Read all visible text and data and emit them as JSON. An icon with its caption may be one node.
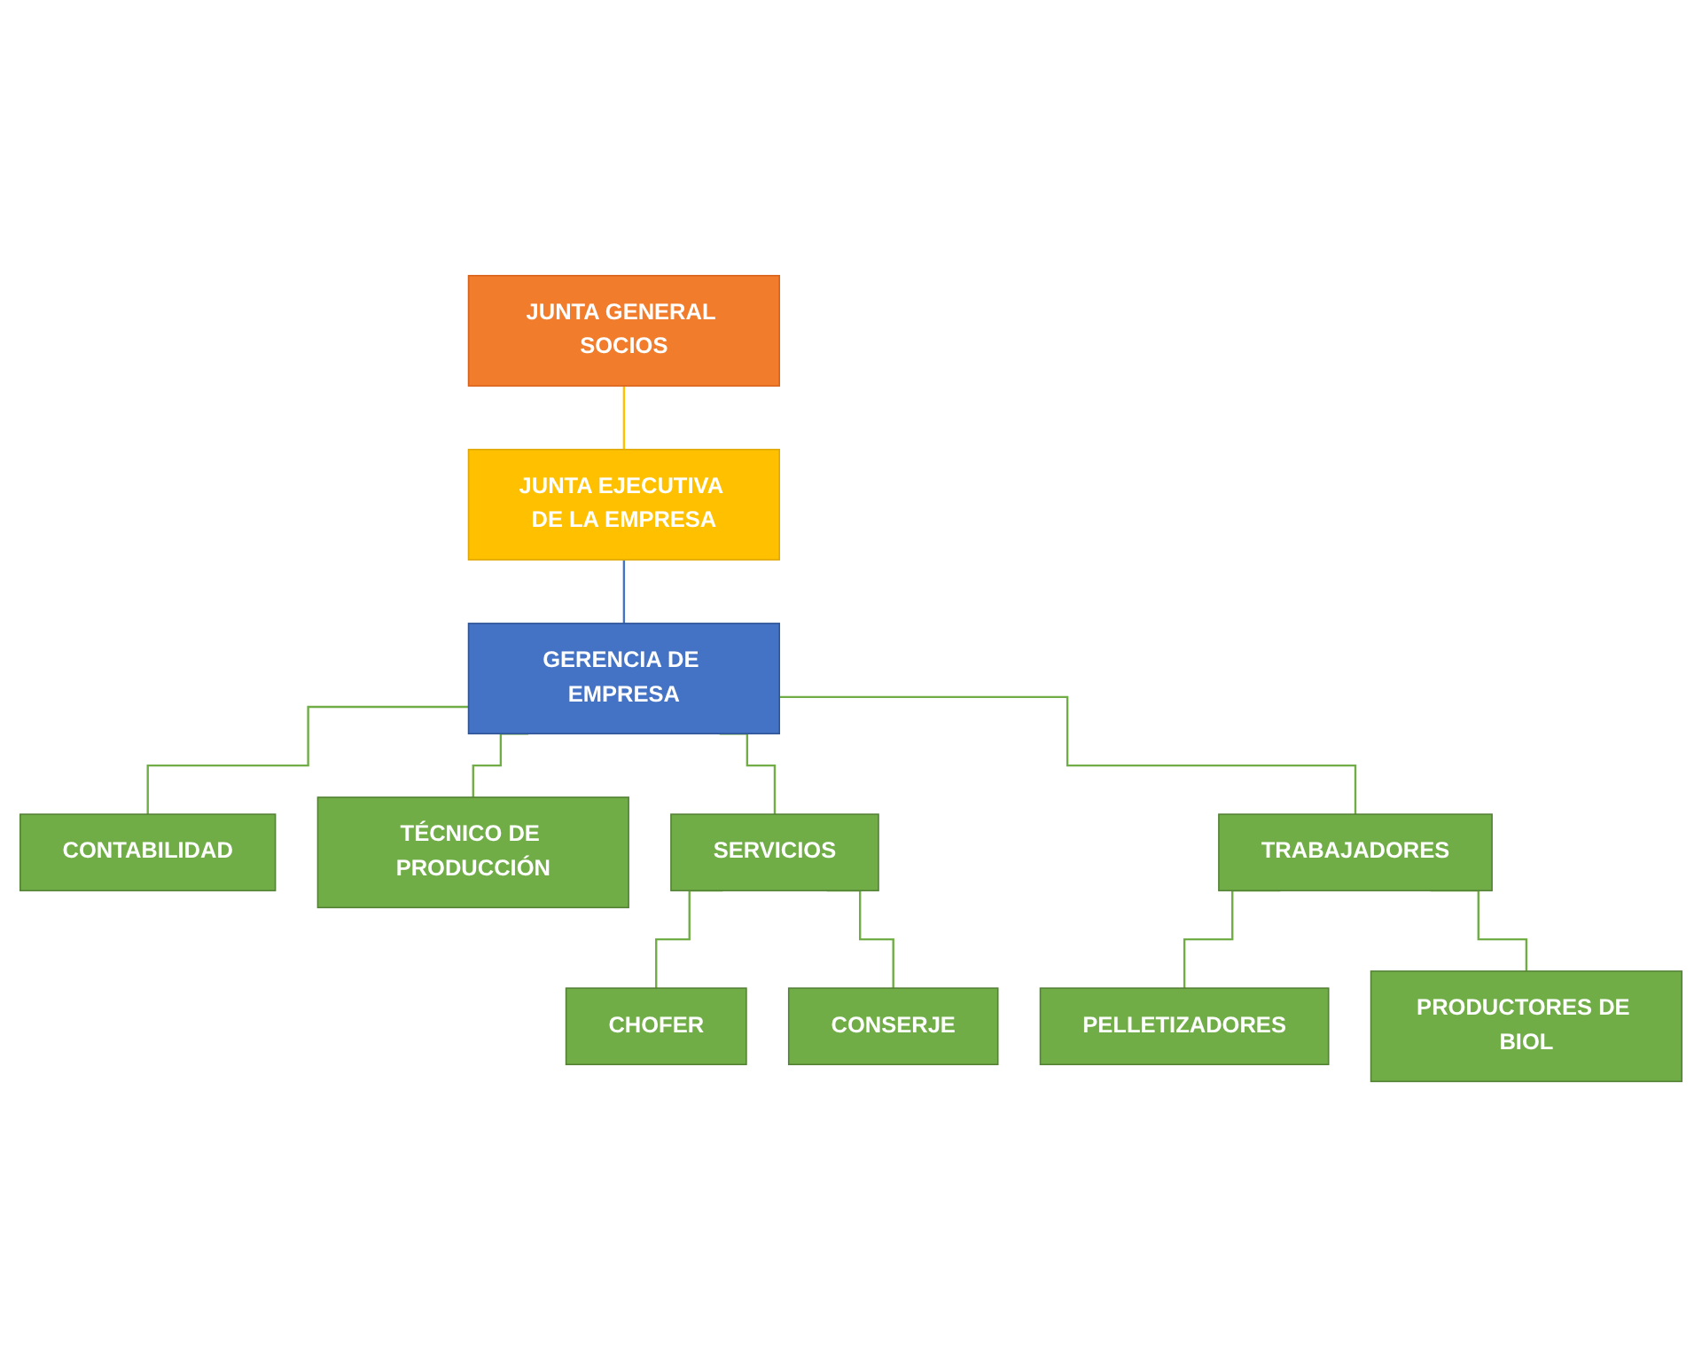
{
  "diagram": {
    "nodes": [
      {
        "text": [
          "JUNTA GENERAL SOCIOS"
        ]
      },
      {
        "text": [
          "JUNTA EJECUTIVA DE LA EMPRESA"
        ]
      },
      {
        "text": [
          "GERENCIA DE EMPRESA"
        ]
      },
      {
        "text": [
          "CONTABILIDAD"
        ]
      },
      {
        "text": [
          "TÉCNICO DE PRODUCCIÓN"
        ]
      },
      {
        "text": [
          "SERVICIOS"
        ]
      },
      {
        "text": [
          "TRABAJADORES"
        ]
      },
      {
        "text": [
          "CHOFER"
        ]
      },
      {
        "text": [
          "CONSERJE"
        ]
      },
      {
        "text": [
          "PELLETIZADORES"
        ]
      },
      {
        "text": [
          "PRODUCTORES DE BIOL"
        ]
      }
    ],
    "edges": [
      {
        "from": 0,
        "to": 1,
        "arrow": "none",
        "color": "#ffc000"
      },
      {
        "from": 1,
        "to": 2,
        "arrow": "none",
        "color": "#4472c4"
      },
      {
        "from": 2,
        "to": 3,
        "arrow": "none"
      },
      {
        "from": 2,
        "to": 4,
        "arrow": "none"
      },
      {
        "from": 2,
        "to": 5,
        "arrow": "none"
      },
      {
        "from": 2,
        "to": 6,
        "arrow": "none"
      },
      {
        "from": 5,
        "to": 7,
        "arrow": "none"
      },
      {
        "from": 5,
        "to": 8,
        "arrow": "none"
      },
      {
        "from": 6,
        "to": 9,
        "arrow": "none"
      },
      {
        "from": 6,
        "to": 10,
        "arrow": "none"
      }
    ]
  }
}
